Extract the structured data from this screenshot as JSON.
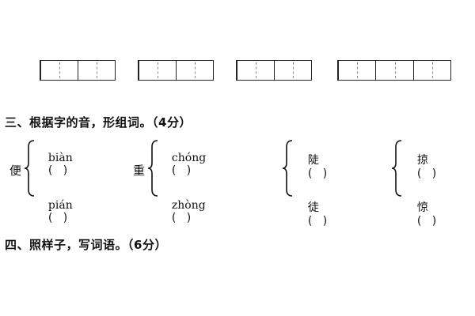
{
  "grids": [
    {
      "cells": 2
    },
    {
      "cells": 2
    },
    {
      "cells": 2
    },
    {
      "cells": 3
    }
  ],
  "section3": {
    "title": "三、根据字的音，形组词。（4分）",
    "groups": [
      {
        "char": "便",
        "top": "biàn",
        "bottom": "pián",
        "blank": "(   )"
      },
      {
        "char": "重",
        "top": "chóng",
        "bottom": "zhòng",
        "blank": "(   )"
      },
      {
        "char": "",
        "top": "陡",
        "bottom": "徒",
        "blank": "(   )"
      },
      {
        "char": "",
        "top": "掠",
        "bottom": "惊",
        "blank": "(   )"
      }
    ]
  },
  "section4": {
    "title": "四、照样子，写词语。（6分）"
  }
}
